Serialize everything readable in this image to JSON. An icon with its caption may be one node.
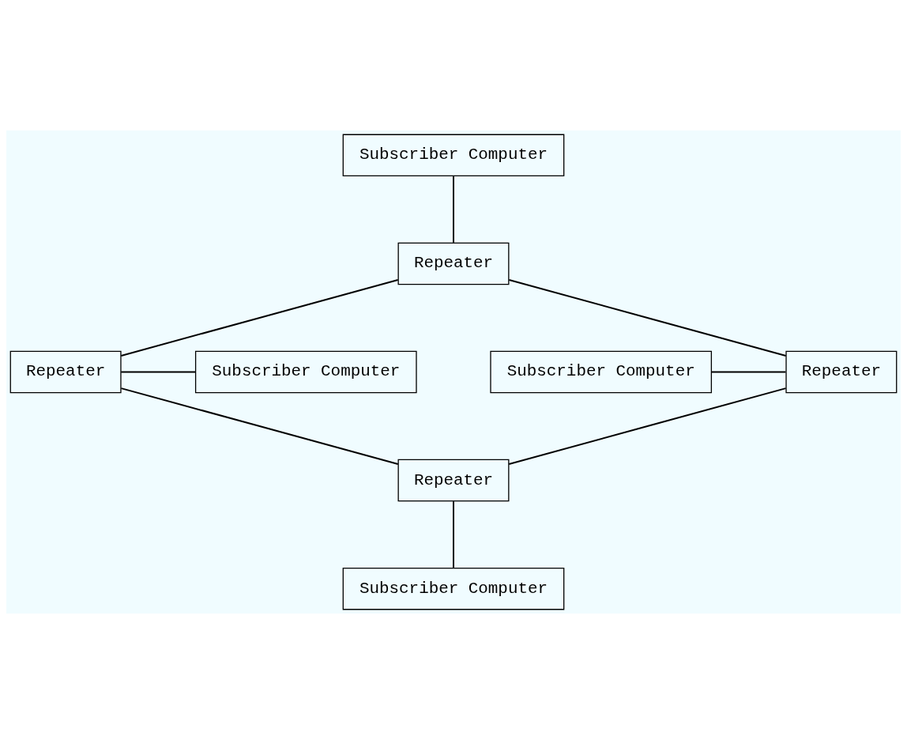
{
  "diagram": {
    "nodes": [
      {
        "text": [
          "Subscriber Computer"
        ]
      },
      {
        "text": [
          "Repeater"
        ]
      },
      {
        "text": [
          "Subscriber Computer"
        ]
      },
      {
        "text": [
          "Repeater"
        ]
      },
      {
        "text": [
          "Repeater"
        ]
      },
      {
        "text": [
          "Subscriber Computer"
        ]
      },
      {
        "text": [
          "Repeater"
        ]
      },
      {
        "text": [
          "Subscriber Computer"
        ]
      }
    ],
    "edges": [
      {
        "from": 0,
        "to": 1,
        "arrow": "none"
      },
      {
        "from": 1,
        "to": 4,
        "arrow": "none"
      },
      {
        "from": 4,
        "to": 6,
        "arrow": "none"
      },
      {
        "from": 6,
        "to": 3,
        "arrow": "none"
      },
      {
        "from": 3,
        "to": 1,
        "arrow": "none"
      },
      {
        "from": 2,
        "to": 3,
        "arrow": "none"
      },
      {
        "from": 4,
        "to": 5,
        "arrow": "none"
      },
      {
        "from": 6,
        "to": 7,
        "arrow": "none"
      }
    ]
  }
}
